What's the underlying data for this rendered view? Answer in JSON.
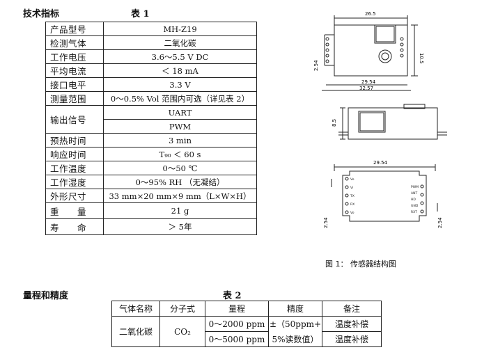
{
  "section1": {
    "title": "技术指标",
    "table_title": "表 1"
  },
  "spec_rows": [
    {
      "label": "产品型号",
      "value": "MH-Z19"
    },
    {
      "label": "检测气体",
      "value": "二氧化碳"
    },
    {
      "label": "工作电压",
      "value": "3.6～5.5 V DC"
    },
    {
      "label": "平均电流",
      "value": "＜ 18 mA"
    },
    {
      "label": "接口电平",
      "value": "3.3 V"
    },
    {
      "label": "测量范围",
      "value": "0～0.5% Vol 范围内可选（详见表 2）"
    },
    {
      "label": "输出信号",
      "value": "UART",
      "value2": "PWM"
    },
    {
      "label": "预热时间",
      "value": "3 min"
    },
    {
      "label": "响应时间",
      "value": "T₉₀ ＜ 60 s"
    },
    {
      "label": "工作温度",
      "value": "0～50 ℃"
    },
    {
      "label": "工作湿度",
      "value": "0～95% RH （无凝结）"
    },
    {
      "label": "外形尺寸",
      "value": "33 mm×20 mm×9 mm（L×W×H）"
    },
    {
      "label": "重　　量",
      "value": "21 g"
    },
    {
      "label": "寿　　命",
      "value": "＞ 5年"
    }
  ],
  "figure": {
    "caption": "图 1：  传感器结构图",
    "dims": {
      "top_width": "26.5",
      "right_height": "10.5",
      "left_pin": "2.54",
      "inner_width": "29.54",
      "outer_width": "32.57",
      "side_height": "8.5",
      "bottom_width": "29.54",
      "bottom_left": "2.54",
      "bottom_right": "2.54"
    },
    "pins_left": [
      "Vo",
      "Vi",
      "TX",
      "RX",
      "Vo"
    ],
    "pins_right": [
      "PWM",
      "ANT",
      "HD",
      "GND",
      "RXT"
    ]
  },
  "section2": {
    "title": "量程和精度",
    "table_title": "表 2"
  },
  "range_table": {
    "headers": [
      "气体名称",
      "分子式",
      "量程",
      "精度",
      "备注"
    ],
    "gas": "二氧化碳",
    "formula": "CO₂",
    "ranges": [
      "0～2000 ppm",
      "0～5000 ppm"
    ],
    "accuracy_line1": "±（50ppm+",
    "accuracy_line2": "5%读数值）",
    "notes": [
      "温度补偿",
      "温度补偿"
    ]
  }
}
